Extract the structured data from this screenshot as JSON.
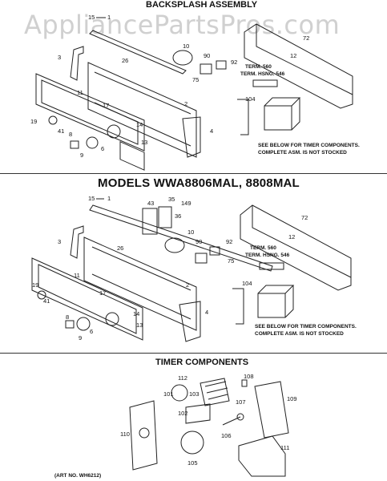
{
  "watermark": "AppliancePartsPros.com",
  "sections": {
    "backsplash_title": "BACKSPLASH ASSEMBLY",
    "models_title": "MODELS WWA8806MAL, 8808MAL",
    "timer_title": "TIMER COMPONENTS"
  },
  "notes": {
    "term_1": "TERM. 560",
    "term_hsng_1": "TERM. HSNG. 546",
    "see_below_1a": "SEE BELOW FOR TIMER COMPONENTS.",
    "see_below_1b": "COMPLETE ASM. IS NOT STOCKED",
    "term_2": "TERM. 560",
    "term_hsng_2": "TERM. HSNG. 546",
    "see_below_2a": "SEE BELOW FOR TIMER COMPONENTS.",
    "see_below_2b": "COMPLETE ASM. IS NOT STOCKED",
    "art_no": "(ART NO. WH6212)"
  },
  "callouts_top": {
    "c15": "15",
    "c1": "1",
    "c3": "3",
    "c26": "26",
    "c10": "10",
    "c90": "90",
    "c92": "92",
    "c75": "75",
    "c11": "11",
    "c17": "17",
    "c2": "2",
    "c13": "13",
    "c14": "14",
    "c4": "4",
    "c19": "19",
    "c41": "41",
    "c8": "8",
    "c9": "9",
    "c6": "6",
    "c104": "104",
    "c72": "72",
    "c12": "12"
  },
  "callouts_mid": {
    "c15": "15",
    "c1": "1",
    "c43": "43",
    "c35": "35",
    "c149": "149",
    "c36": "36",
    "c3": "3",
    "c26": "26",
    "c10": "10",
    "c90": "90",
    "c92": "92",
    "c75": "75",
    "c11": "11",
    "c17": "17",
    "c2": "2",
    "c13": "13",
    "c14": "14",
    "c4": "4",
    "c19": "19",
    "c41": "41",
    "c8": "8",
    "c9": "9",
    "c6": "6",
    "c104": "104",
    "c72": "72",
    "c12": "12"
  },
  "callouts_timer": {
    "c112": "112",
    "c101": "101",
    "c103": "103",
    "c108": "108",
    "c107": "107",
    "c109": "109",
    "c102": "102",
    "c110": "110",
    "c106": "106",
    "c105": "105",
    "c111": "111"
  }
}
